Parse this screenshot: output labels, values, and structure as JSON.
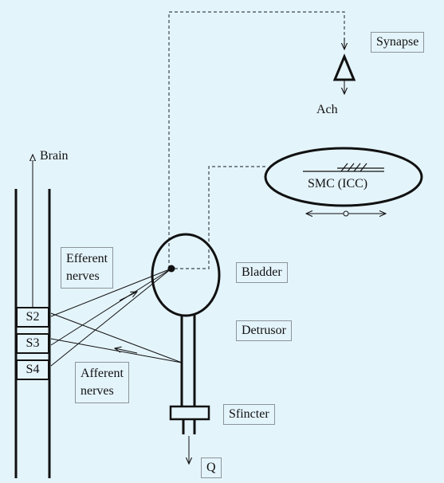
{
  "labels": {
    "synapse": "Synapse",
    "ach": "Ach",
    "brain": "Brain",
    "smc": "SMC  (ICC)",
    "efferent": "Efferent\nnerves",
    "bladder": "Bladder",
    "detrusor": "Detrusor",
    "afferent": "Afferent\nnerves",
    "sfincter": "Sfincter",
    "q": "Q"
  },
  "spinal_segments": [
    "S2",
    "S3",
    "S4"
  ],
  "colors": {
    "background": "#e4f4fb",
    "stroke": "#111111",
    "dashed": "#3c4650",
    "box_border": "#8b9499"
  }
}
